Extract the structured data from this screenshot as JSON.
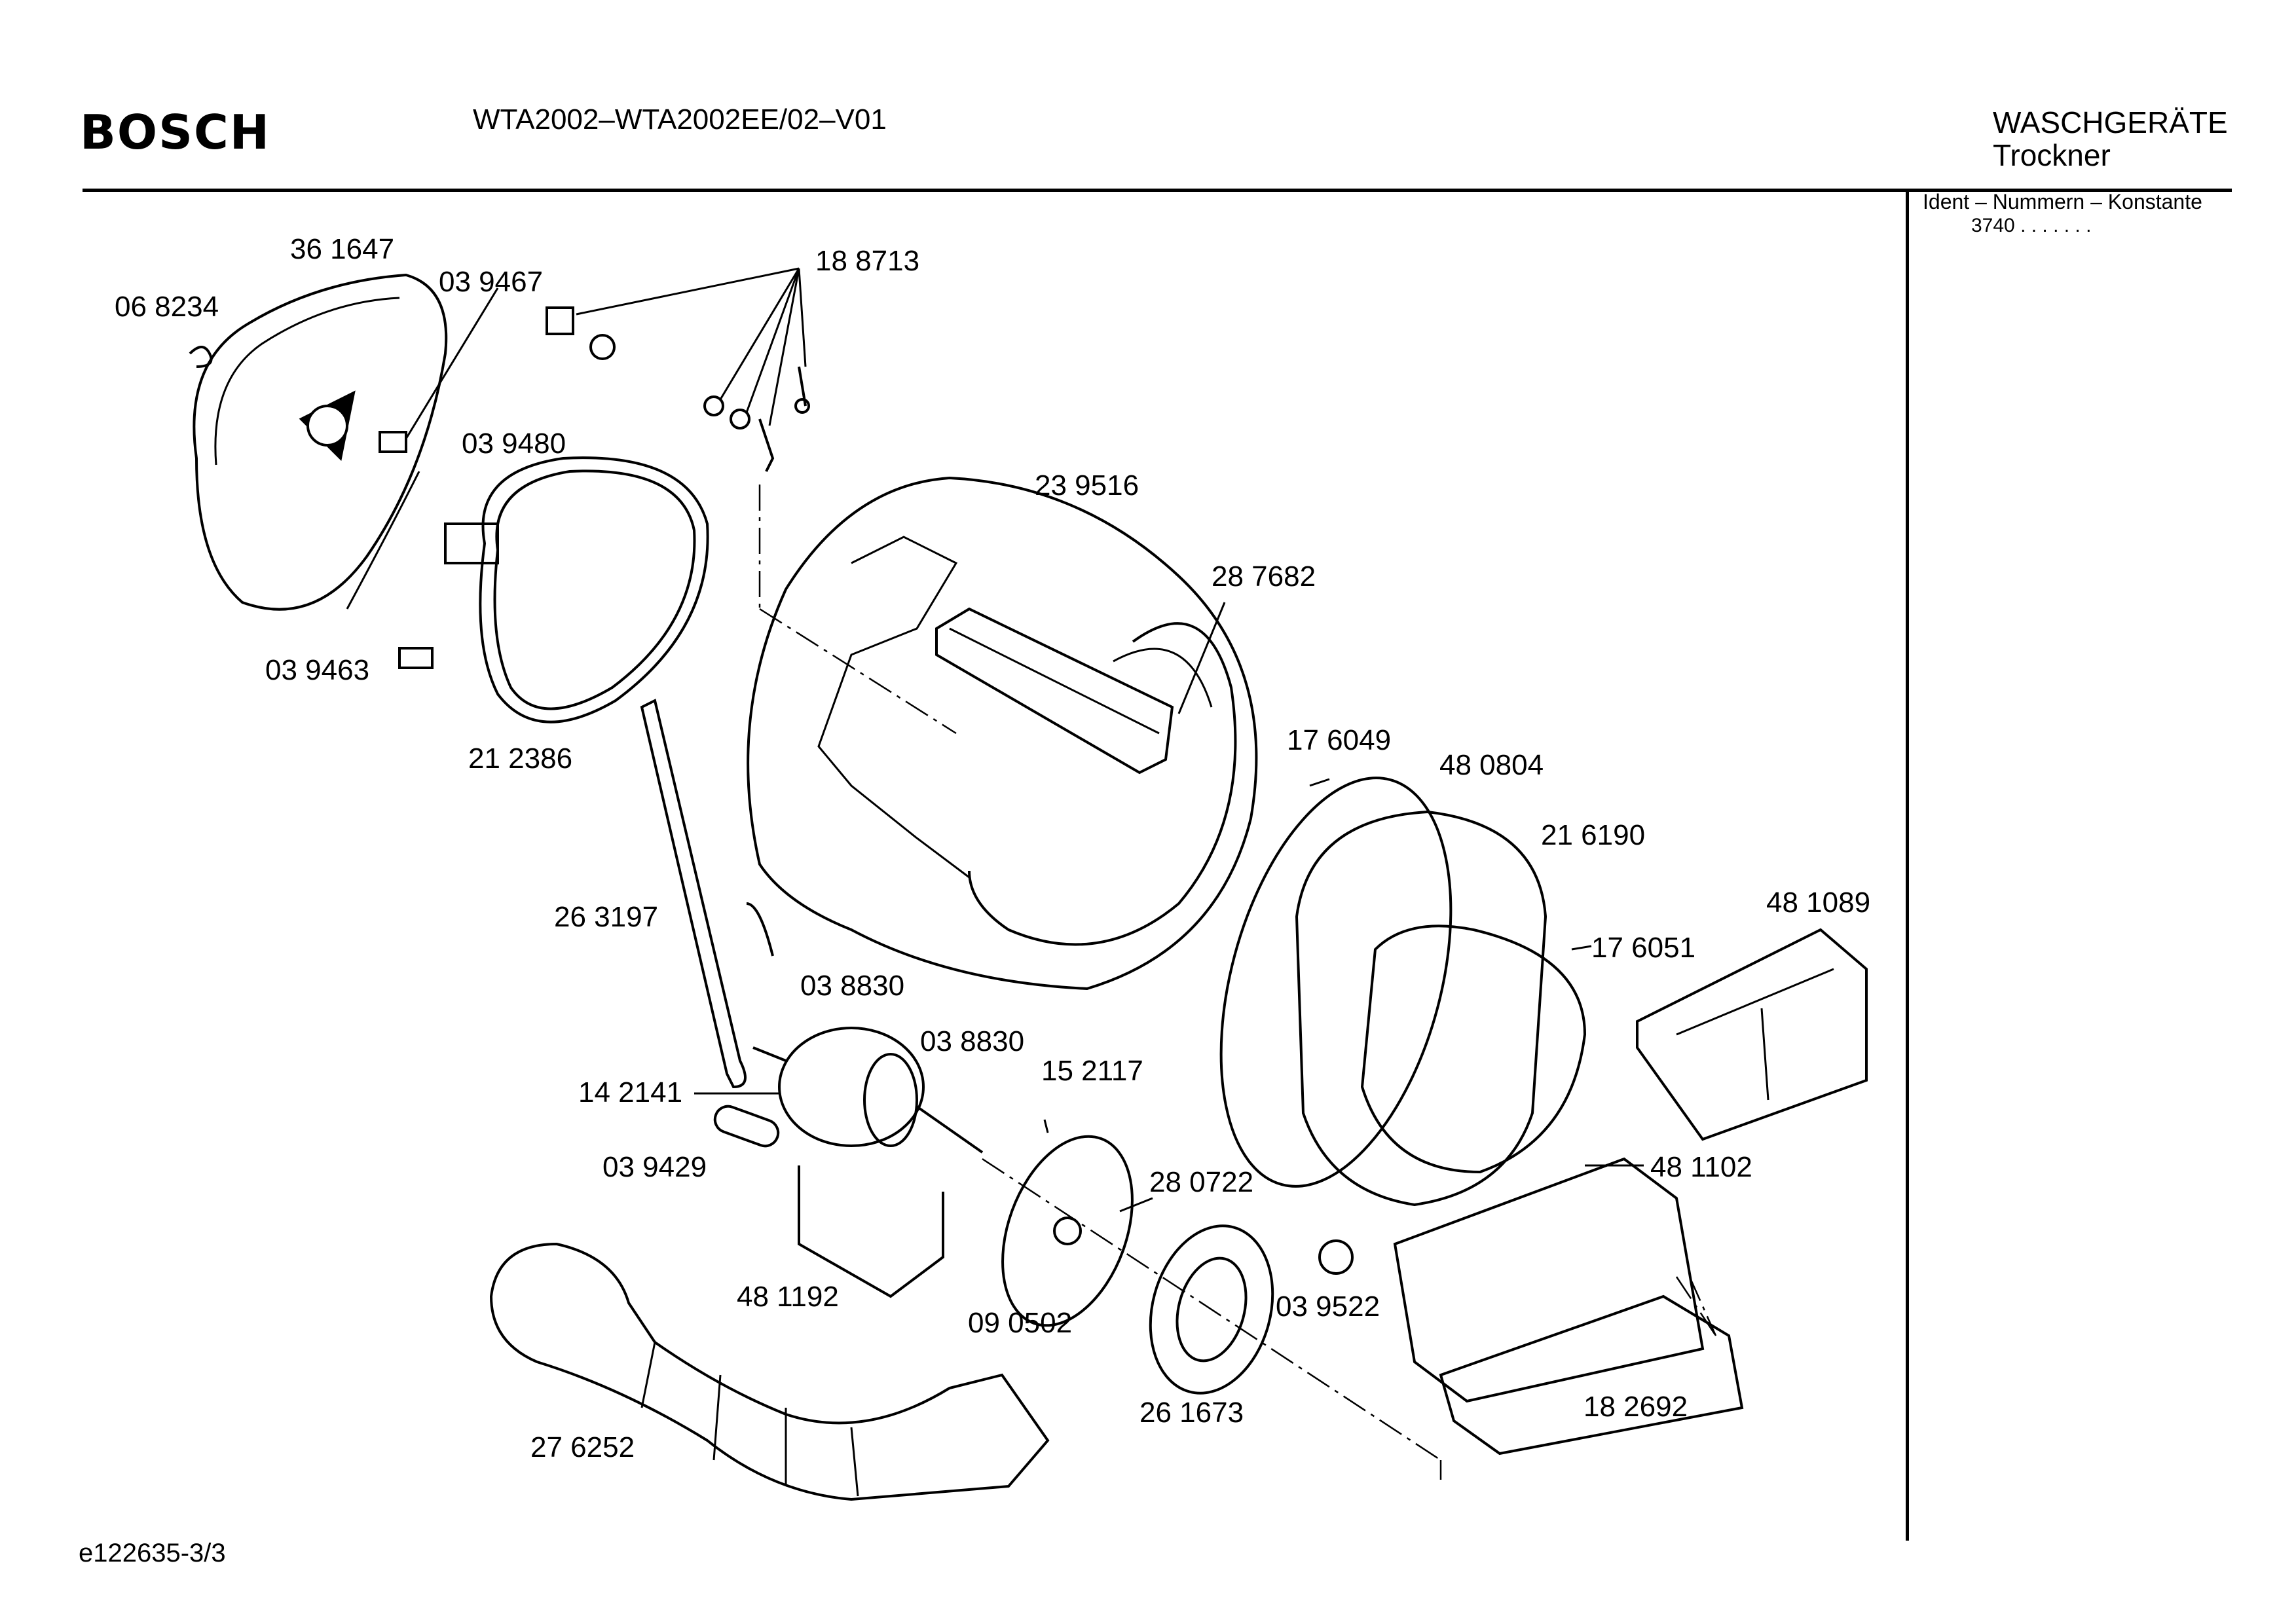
{
  "header": {
    "brand": "BOSCH",
    "model": "WTA2002–WTA2002EE/02–V01",
    "category": "WASCHGERÄTE",
    "subcategory": "Trockner"
  },
  "sidebar": {
    "ident_label": "Ident – Nummern – Konstante",
    "ident_value": "3740 . . . . . . ."
  },
  "footer": {
    "doc_id": "e122635-3/3"
  },
  "parts": [
    {
      "number": "36 1647"
    },
    {
      "number": "03 9467"
    },
    {
      "number": "06 8234"
    },
    {
      "number": "18 8713"
    },
    {
      "number": "03 9480"
    },
    {
      "number": "23 9516"
    },
    {
      "number": "28 7682"
    },
    {
      "number": "03 9463"
    },
    {
      "number": "21 2386"
    },
    {
      "number": "17 6049"
    },
    {
      "number": "48 0804"
    },
    {
      "number": "21 6190"
    },
    {
      "number": "48 1089"
    },
    {
      "number": "26 3197"
    },
    {
      "number": "17 6051"
    },
    {
      "number": "03 8830"
    },
    {
      "number": "03 8830"
    },
    {
      "number": "14 2141"
    },
    {
      "number": "15 2117"
    },
    {
      "number": "48 1102"
    },
    {
      "number": "28 0722"
    },
    {
      "number": "03 9429"
    },
    {
      "number": "03 9522"
    },
    {
      "number": "48 1192"
    },
    {
      "number": "09 0502"
    },
    {
      "number": "18 2692"
    },
    {
      "number": "26 1673"
    },
    {
      "number": "27 6252"
    }
  ]
}
